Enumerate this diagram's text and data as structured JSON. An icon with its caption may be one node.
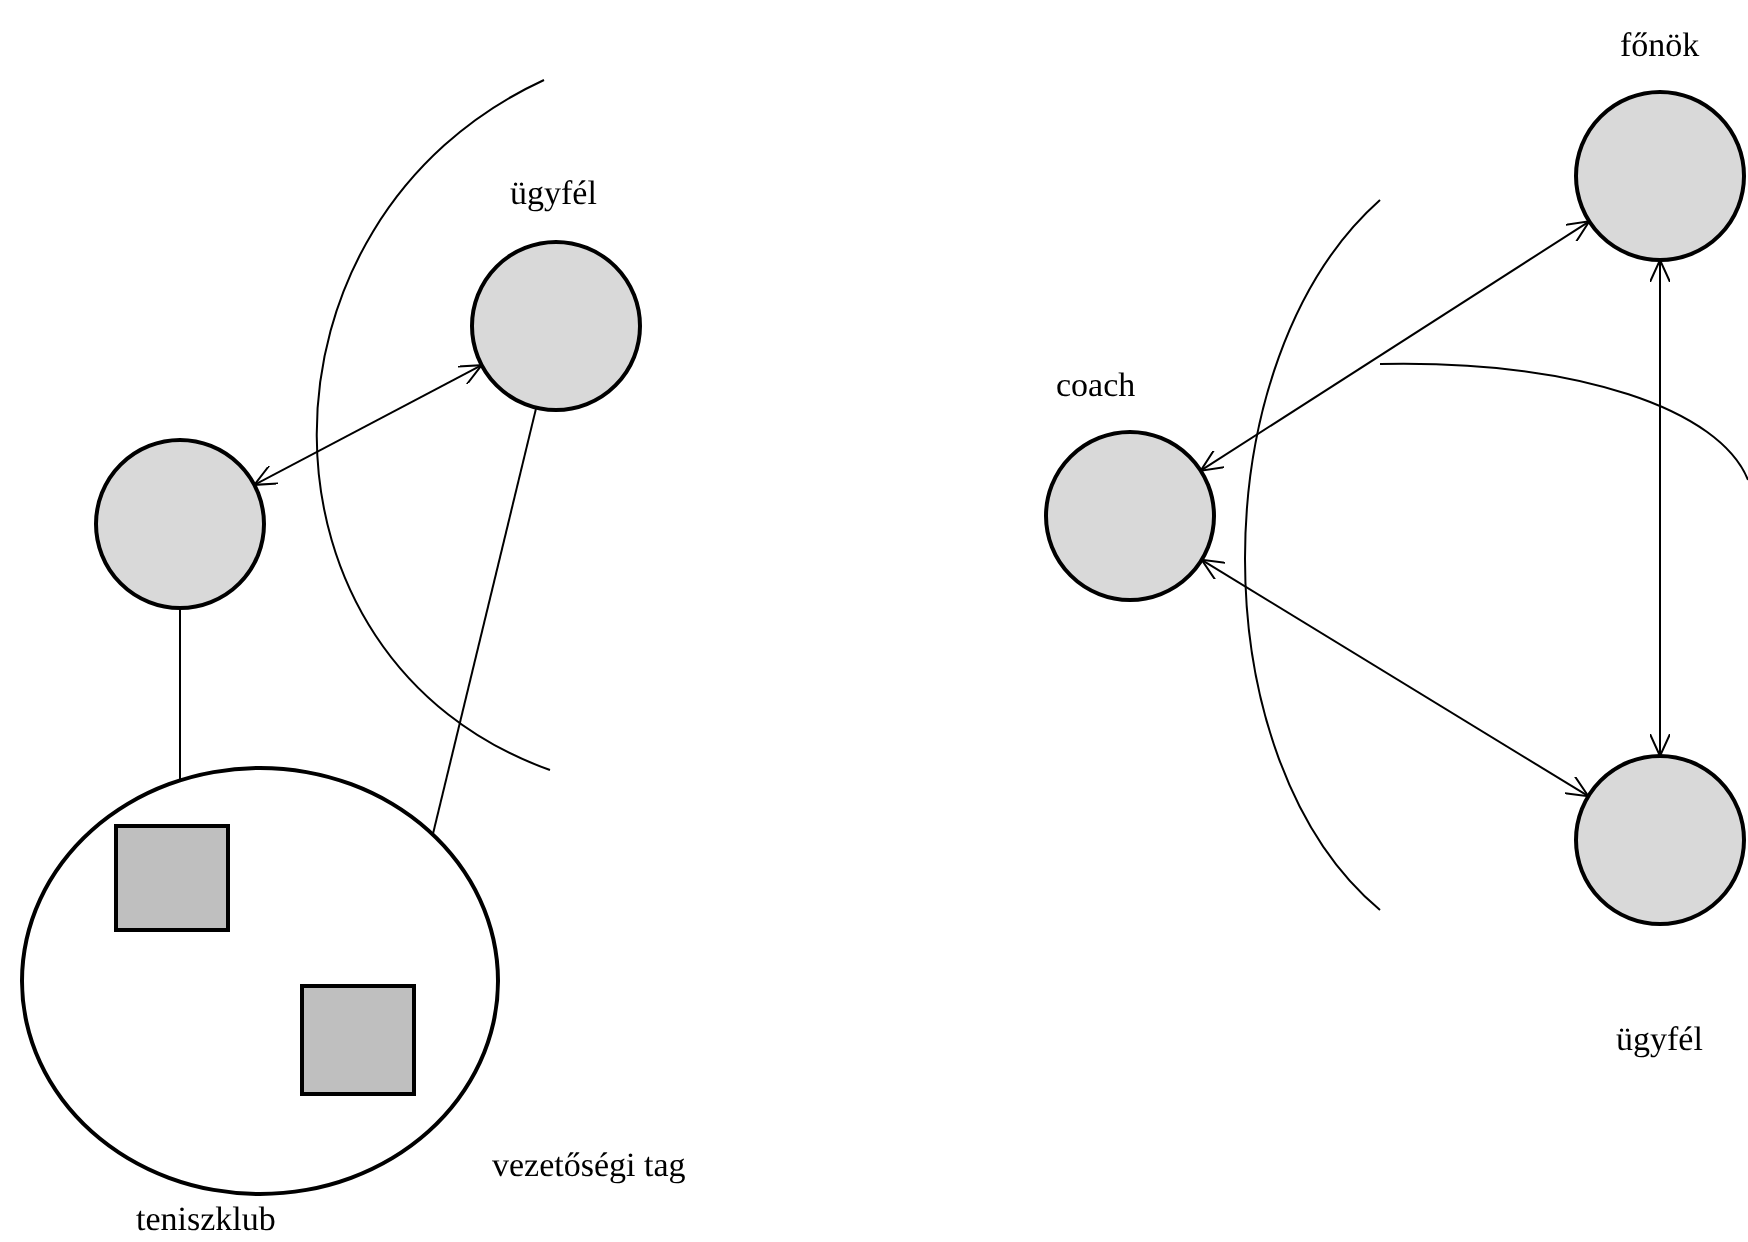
{
  "diagram": {
    "nodes": [
      {
        "text": [],
        "shape": "circle"
      },
      {
        "text": [
          "ügyfél"
        ]
      },
      {
        "text": [
          "teniszklub"
        ]
      },
      {
        "text": [],
        "shape": "box",
        "in": 2
      },
      {
        "text": [],
        "shape": "box",
        "in": 2
      },
      {
        "text": [
          "coach"
        ]
      },
      {
        "text": [
          "főnök"
        ]
      },
      {
        "text": [
          "ügyfél"
        ]
      }
    ],
    "edges": [
      {
        "from": 0,
        "to": 1,
        "arrow": "both"
      },
      {
        "from": 0,
        "to": 2,
        "arrow": "none"
      },
      {
        "from": 2,
        "to": 1,
        "arrow": "none"
      },
      {
        "from": 5,
        "to": 6,
        "arrow": "both"
      },
      {
        "from": 5,
        "to": 7,
        "arrow": "both"
      },
      {
        "from": 6,
        "to": 7,
        "arrow": "both"
      }
    ],
    "labels": [
      "vezetőségi tag"
    ]
  }
}
